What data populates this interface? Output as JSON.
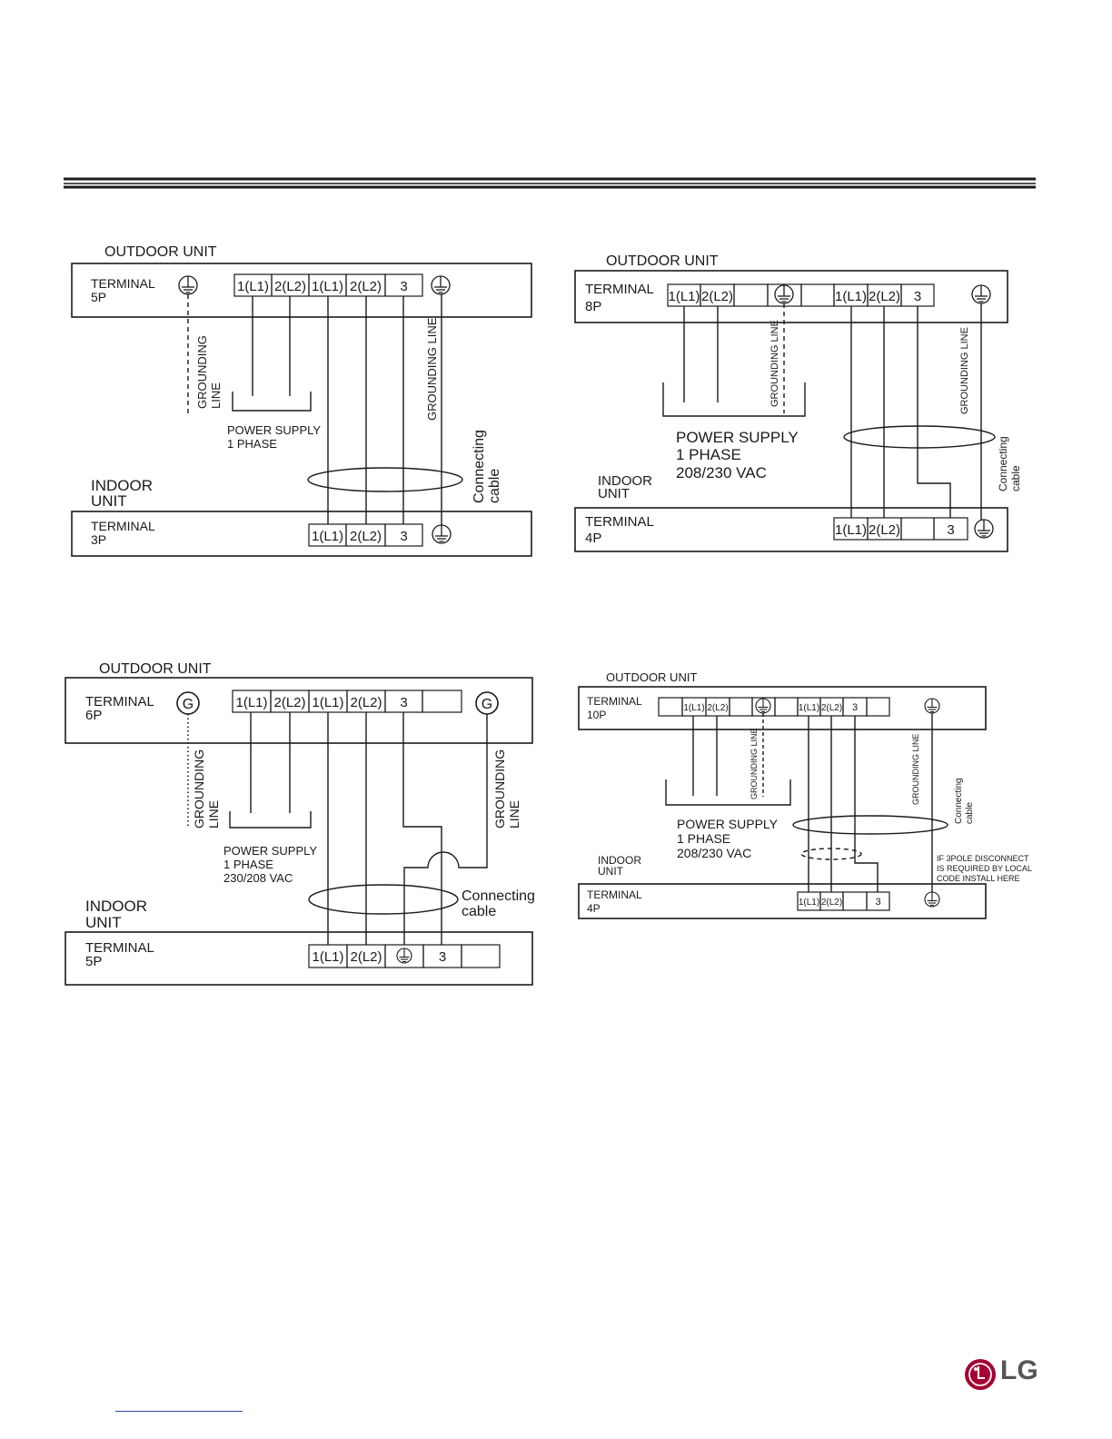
{
  "diagram1": {
    "outdoor_unit": "OUTDOOR UNIT",
    "terminal": "TERMINAL",
    "terminal_size": "5P",
    "cells": [
      "1(L1)",
      "2(L2)",
      "1(L1)",
      "2(L2)",
      "3"
    ],
    "grounding_line_left": [
      "GROUNDING",
      "LINE"
    ],
    "grounding_line_right": "GROUNDING LINE",
    "power_supply": [
      "POWER SUPPLY",
      "1 PHASE"
    ],
    "connecting_cable": [
      "Connecting",
      "cable"
    ],
    "indoor_unit": [
      "INDOOR",
      "UNIT"
    ],
    "indoor_terminal": "TERMINAL",
    "indoor_terminal_size": "3P",
    "indoor_cells": [
      "1(L1)",
      "2(L2)",
      "3"
    ]
  },
  "diagram2": {
    "outdoor_unit": "OUTDOOR UNIT",
    "terminal": "TERMINAL",
    "terminal_size": "8P",
    "cells": [
      "1(L1)",
      "2(L2)",
      "",
      "",
      "",
      "1(L1)",
      "2(L2)",
      "3"
    ],
    "grounding_line_mid": "GROUNDING LINE",
    "grounding_line_right": "GROUNDING LINE",
    "power_supply": [
      "POWER SUPPLY",
      "1 PHASE",
      "208/230 VAC"
    ],
    "connecting_cable": [
      "Connecting",
      "cable"
    ],
    "indoor_unit": [
      "INDOOR",
      "UNIT"
    ],
    "indoor_terminal": "TERMINAL",
    "indoor_terminal_size": "4P",
    "indoor_cells": [
      "1(L1)",
      "2(L2)",
      "",
      "3"
    ]
  },
  "diagram3": {
    "outdoor_unit": "OUTDOOR UNIT",
    "terminal": "TERMINAL",
    "terminal_size": "6P",
    "ground_symbol": "G",
    "cells": [
      "1(L1)",
      "2(L2)",
      "1(L1)",
      "2(L2)",
      "3",
      ""
    ],
    "grounding_line_left": [
      "GROUNDING",
      "LINE"
    ],
    "grounding_line_right": [
      "GROUNDING",
      "LINE"
    ],
    "power_supply": [
      "POWER SUPPLY",
      "1 PHASE",
      "230/208 VAC"
    ],
    "connecting_cable": [
      "Connecting",
      "cable"
    ],
    "indoor_unit": [
      "INDOOR",
      "UNIT"
    ],
    "indoor_terminal": "TERMINAL",
    "indoor_terminal_size": "5P",
    "indoor_cells": [
      "1(L1)",
      "2(L2)",
      "",
      "3",
      ""
    ]
  },
  "diagram4": {
    "outdoor_unit": "OUTDOOR UNIT",
    "terminal": "TERMINAL",
    "terminal_size": "10P",
    "cells": [
      "",
      "1(L1)",
      "2(L2)",
      "",
      "",
      "",
      "1(L1)",
      "2(L2)",
      "3",
      ""
    ],
    "grounding_line_mid": "GROUNDING LINE",
    "grounding_line_right": "GROUNDING LINE",
    "connecting_cable": [
      "Connecting",
      "cable"
    ],
    "power_supply": [
      "POWER SUPPLY",
      "1 PHASE",
      "208/230 VAC"
    ],
    "indoor_unit": [
      "INDOOR",
      "UNIT"
    ],
    "disconnect_note": [
      "IF 3POLE DISCONNECT",
      "IS REQUIRED BY LOCAL",
      "CODE INSTALL HERE"
    ],
    "indoor_terminal": "TERMINAL",
    "indoor_terminal_size": "4P",
    "indoor_cells": [
      "1(L1)",
      "2(L2)",
      "",
      "3"
    ]
  },
  "logo": {
    "text": "LG",
    "color": "#a50034"
  }
}
